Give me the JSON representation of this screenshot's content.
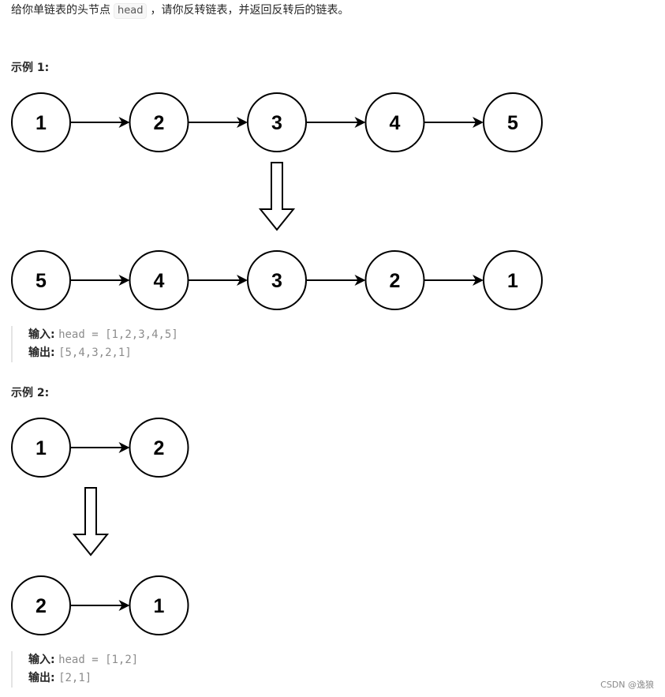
{
  "intro": {
    "before": "给你单链表的头节点",
    "code": "head",
    "after": "，请你反转链表，并返回反转后的链表。"
  },
  "examples": [
    {
      "title": "示例 1:",
      "original_list": [
        "1",
        "2",
        "3",
        "4",
        "5"
      ],
      "reversed_list": [
        "5",
        "4",
        "3",
        "2",
        "1"
      ],
      "input_label": "输入:",
      "input_value": "head = [1,2,3,4,5]",
      "output_label": "输出:",
      "output_value": "[5,4,3,2,1]"
    },
    {
      "title": "示例 2:",
      "original_list": [
        "1",
        "2"
      ],
      "reversed_list": [
        "2",
        "1"
      ],
      "input_label": "输入:",
      "input_value": "head = [1,2]",
      "output_label": "输出:",
      "output_value": "[2,1]"
    }
  ],
  "watermark": "CSDN @逸狼"
}
